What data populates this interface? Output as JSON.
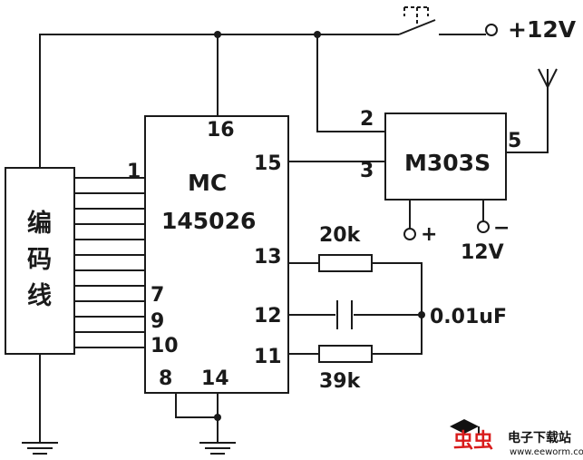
{
  "supply": {
    "label": "+12V"
  },
  "ic": {
    "name_line1": "MC",
    "name_line2": "145026",
    "pins": {
      "p16": "16",
      "p15": "15",
      "p13": "13",
      "p12": "12",
      "p11": "11",
      "p1": "1",
      "p7": "7",
      "p9": "9",
      "p10": "10",
      "p8": "8",
      "p14": "14"
    }
  },
  "encoder": {
    "chars": [
      "编",
      "码",
      "线"
    ]
  },
  "module": {
    "name": "M303S",
    "pins": {
      "p2": "2",
      "p3": "3",
      "p5": "5"
    },
    "plus": "+",
    "minus": "−",
    "voltage": "12V"
  },
  "components": {
    "r1": "20k",
    "cap": "0.01uF",
    "r2": "39k"
  },
  "watermark": {
    "logo": "虫虫",
    "name": "电子下载站",
    "url": "www.eeworm.com"
  },
  "colors": {
    "ink": "#1a1a1a",
    "background": "#ffffff",
    "watermark_red": "#d91c1c"
  }
}
